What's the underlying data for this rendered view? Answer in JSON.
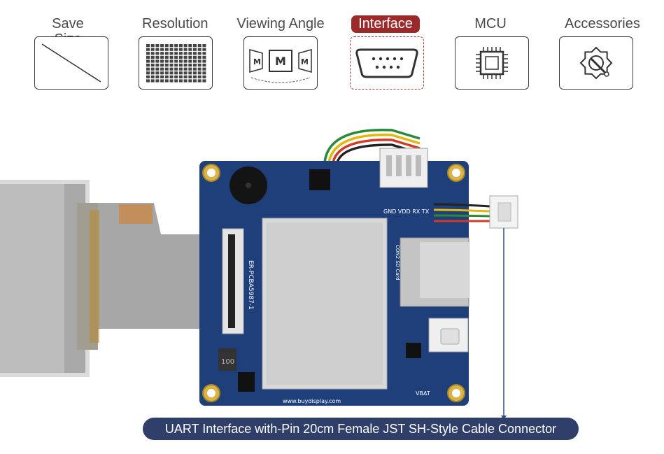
{
  "tabs": [
    {
      "label": "Save Size",
      "icon": "diagonal-line-icon",
      "active": false
    },
    {
      "label": "Resolution",
      "icon": "pixel-grid-icon",
      "active": false
    },
    {
      "label": "Viewing Angle",
      "icon": "viewing-angle-icon",
      "active": false
    },
    {
      "label": "Interface",
      "icon": "serial-port-icon",
      "active": true
    },
    {
      "label": "MCU",
      "icon": "chip-icon",
      "active": false
    },
    {
      "label": "Accessories",
      "icon": "gear-wrench-icon",
      "active": false
    }
  ],
  "colors": {
    "active_tab": "#9b2a2a",
    "pcb": "#1e3f7a",
    "caption_bg": "#2f3f6a"
  },
  "board": {
    "silkscreen": {
      "model": "ER-PCBA5987-1",
      "website": "www.buydisplay.com",
      "con1_pins": "GND VDD RX TX",
      "sd": "CON2 SD Card",
      "vbat": "VBAT"
    }
  },
  "caption": "UART Interface with-Pin 20cm Female JST SH-Style Cable Connector"
}
